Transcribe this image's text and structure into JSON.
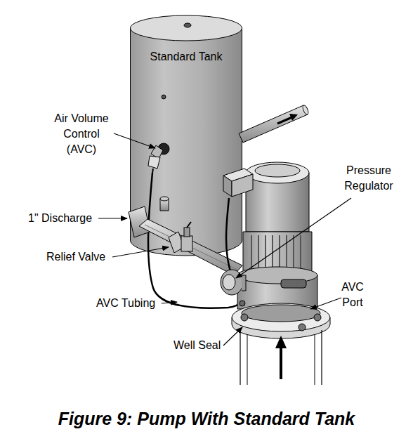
{
  "diagram": {
    "caption": "Figure 9: Pump With Standard Tank",
    "nodes": [
      {
        "text": [
          "Standard Tank"
        ]
      }
    ],
    "labels": [
      "Air Volume Control (AVC)",
      "1\" Discharge",
      "Relief Valve",
      "AVC Tubing",
      "Pressure Regulator",
      "AVC Port",
      "Well Seal"
    ]
  }
}
